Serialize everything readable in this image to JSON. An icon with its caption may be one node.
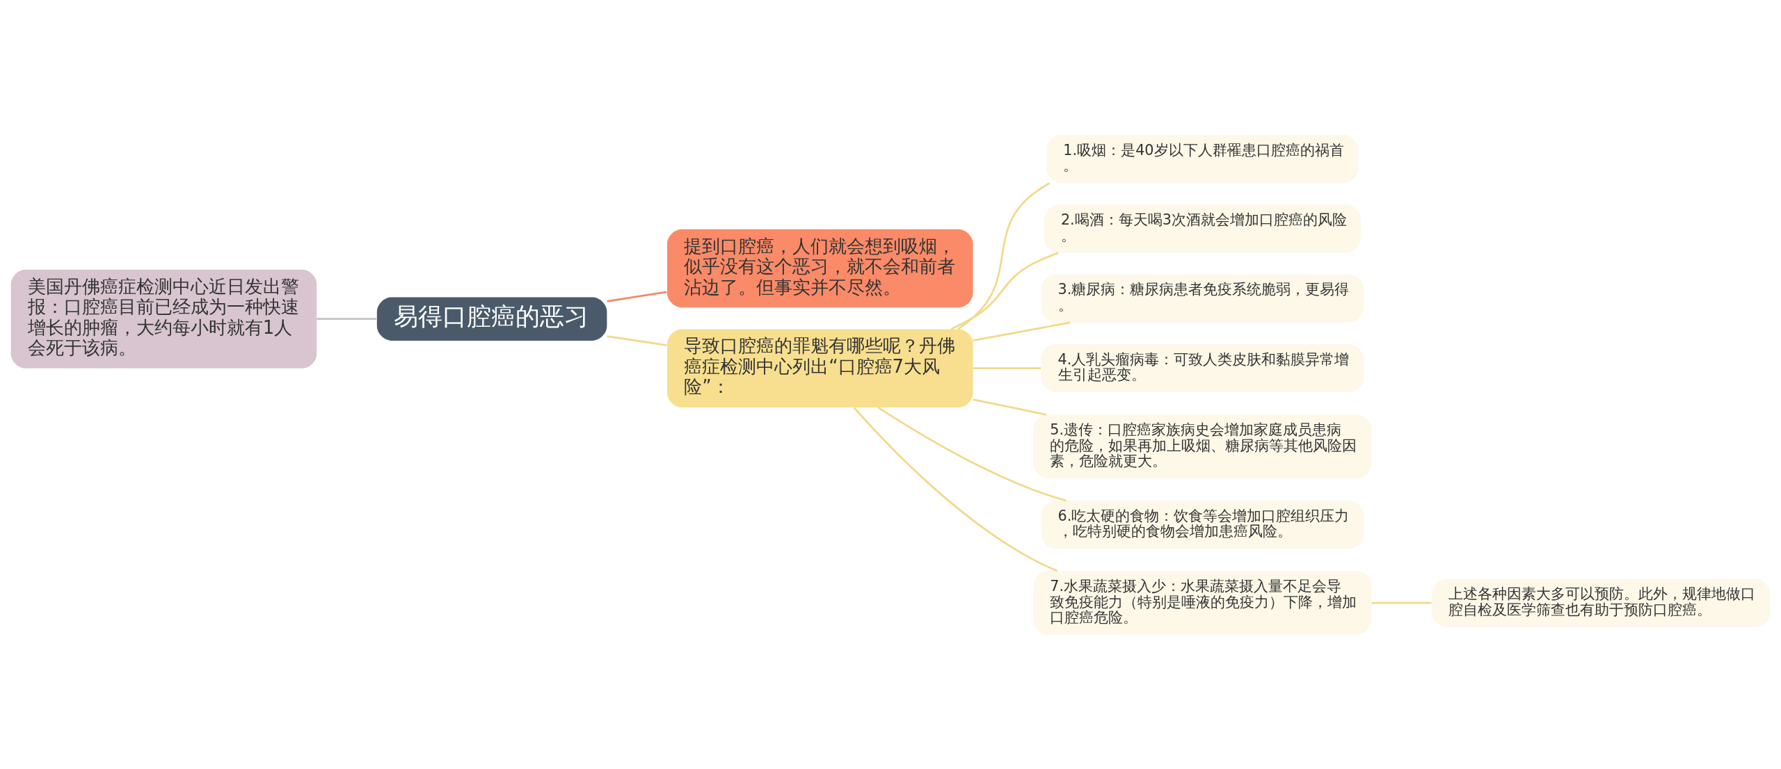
{
  "diagram": {
    "nodes": [
      {
        "text": [
          "易得口腔癌的恶习"
        ]
      },
      {
        "text": [
          "提到口腔癌，人们就会想到吸烟，似乎没有这个恶习，就不会和前者沾边了。但事实并不尽然。"
        ]
      },
      {
        "text": [
          "美国丹佛癌症检测中心近日发出警报：口腔癌目前已经成为一种快速增长的肿瘤，大约每小时就有1人会死于该病。"
        ]
      },
      {
        "text": [
          "导致口腔癌的罪魁有哪些呢？丹佛癌症检测中心列出“口腔癌7大风险”："
        ]
      },
      {
        "text": [
          "1.吸烟：是40岁以下人群罹患口腔癌的祸首。"
        ]
      },
      {
        "text": [
          "2.喝酒：每天喝3次酒就会增加口腔癌的风险。"
        ]
      },
      {
        "text": [
          "3.糖尿病：糖尿病患者免疫系统脆弱，更易得。"
        ]
      },
      {
        "text": [
          "4.人乳头瘤病毒：可致人类皮肤和黏膜异常增生引起恶变。"
        ]
      },
      {
        "text": [
          "5.遗传：口腔癌家族病史会增加家庭成员患病的危险，如果再加上吸烟、糖尿病等其他风险因素，危险就更大。"
        ]
      },
      {
        "text": [
          "6.吃太硬的食物：饮食等会增加口腔组织压力，吃特别硬的食物会增加患癌风险。"
        ]
      },
      {
        "text": [
          "7.水果蔬菜摄入少：水果蔬菜摄入量不足会导致免疫能力（特别是唾液的免疫力）下降，增加口腔癌危险。"
        ]
      },
      {
        "text": [
          "上述各种因素大多可以预防。此外，规律地做口腔自检及医学筛查也有助于预防口腔癌。"
        ]
      }
    ],
    "edges": [
      {
        "from": 0,
        "to": 1,
        "arrow": "none",
        "color": "#f08a6c"
      },
      {
        "from": 0,
        "to": 2,
        "arrow": "none",
        "color": "#c9c0c8"
      },
      {
        "from": 0,
        "to": 3,
        "arrow": "none"
      },
      {
        "from": 3,
        "to": 4,
        "arrow": "none"
      },
      {
        "from": 3,
        "to": 5,
        "arrow": "none"
      },
      {
        "from": 3,
        "to": 6,
        "arrow": "none"
      },
      {
        "from": 3,
        "to": 7,
        "arrow": "none"
      },
      {
        "from": 3,
        "to": 8,
        "arrow": "none"
      },
      {
        "from": 3,
        "to": 9,
        "arrow": "none"
      },
      {
        "from": 3,
        "to": 10,
        "arrow": "none"
      },
      {
        "from": 10,
        "to": 11,
        "arrow": "none"
      }
    ]
  }
}
